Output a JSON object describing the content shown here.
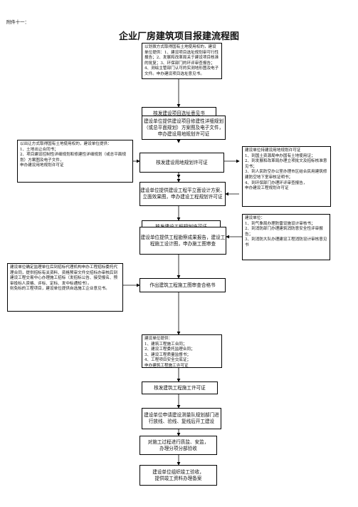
{
  "appendix": "附件十一：",
  "title": "企业厂房建筑项目报建流程图",
  "nodes": {
    "n1": "以划拨方式取得国有土地使用权的，建设单位提供：1、建设项目选址规划审可行性报告；2、发展和改革局关于建设项目核准的批复；3、环保部门的环评审查报告；\n4、测绘主管部门认可的实测地形图及电子文件。申办建设项目选址意见书。",
    "n2": "核发建设项目选址意见书",
    "n3": "建设单位提供建设项目修建性详细规划（或总平面规划）方案图及电子文件，申办建设用地规划许可证",
    "left1": "以出让方式取得国有土地使用权的，建设单位提供：\n1、土地出让合同书；\n2、项目建设控制性详细规划和修建性详细规划（或总平面规划）方案图及电子文件，\n申办建设用地规划许可证",
    "n4": "核发建设用地规划许可证",
    "right1": "建设单位持建设用地规划许可证\n1、到国土资源局申办国有土地使用证；\n2、到发展和改革局办理立项批文及招标核准意见书；\n3、到人民防空办公室办理市区结合民用建筑修建防空地下室审核证明书；\n4、到环保部门办理环评审查报告，\n申办建设工程规划许可证",
    "n5": "建设单位提供建设工程平立面设计方案、立面效果图，申办建设工程规划许可证",
    "n6": "核发建设工程规划许可证",
    "n7": "建设单位提供工程勘察成果报告，建设工程施工设计图，申办施工图审查",
    "right2": "建设单位：\n1、到气象局办理防雷设施设计审核书；\n2、到消防部门办理建筑消防意安全性评审报告；\n3、到消防大队办理建设工程消防设计审核意见书",
    "left2": "建设单位确定监理单位后到招标代理机构申办工程招标委托代理合同，提供招标有关资料、资格预审文件交招标办审核后到建设工程交易中心办理施工招标（发招标公告、接受报名、预审投标人资格、评标、定标、发中标通知书）。\n则免标的工程项目，建设单位提供自选施工企业意见书。",
    "n8": "作出建筑工程施工图审查合格书",
    "n9": "建设单位提供：\n1、建筑工程施工合同；\n2、建设工程委托监理合同；\n3、建设工程质量监督书；\n4、工程项目安全交底证；\n申办建筑工程施工许可证",
    "n10": "核发建筑工程施工许可证",
    "n11": "建设单位申请建设测量队规划部门进行放线、验线、复线后开工建设",
    "n12": "对施工过程进行质监、安监，\n办理分项分部验收",
    "n13": "建设单位组织竣工验收，\n提供竣工资料办理备案"
  }
}
